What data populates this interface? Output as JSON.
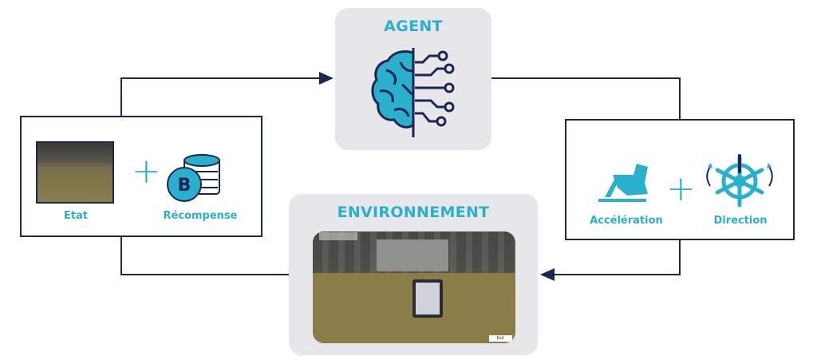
{
  "agent": {
    "title": "AGENT",
    "icon": "brain-circuit-icon"
  },
  "environment": {
    "title": "ENVIRONNEMENT",
    "screenshot": {
      "exit_button": "Exit"
    }
  },
  "state_box": {
    "state_label": "Etat",
    "reward_label": "Récompense",
    "reward_icon": "bitcoin-coins-icon"
  },
  "action_box": {
    "acceleration_label": "Accélération",
    "direction_label": "Direction",
    "acceleration_icon": "foot-pedal-icon",
    "direction_icon": "ship-wheel-icon"
  },
  "colors": {
    "accent": "#2aafcd",
    "border": "#1b2652",
    "panel": "#e7e7e9"
  }
}
